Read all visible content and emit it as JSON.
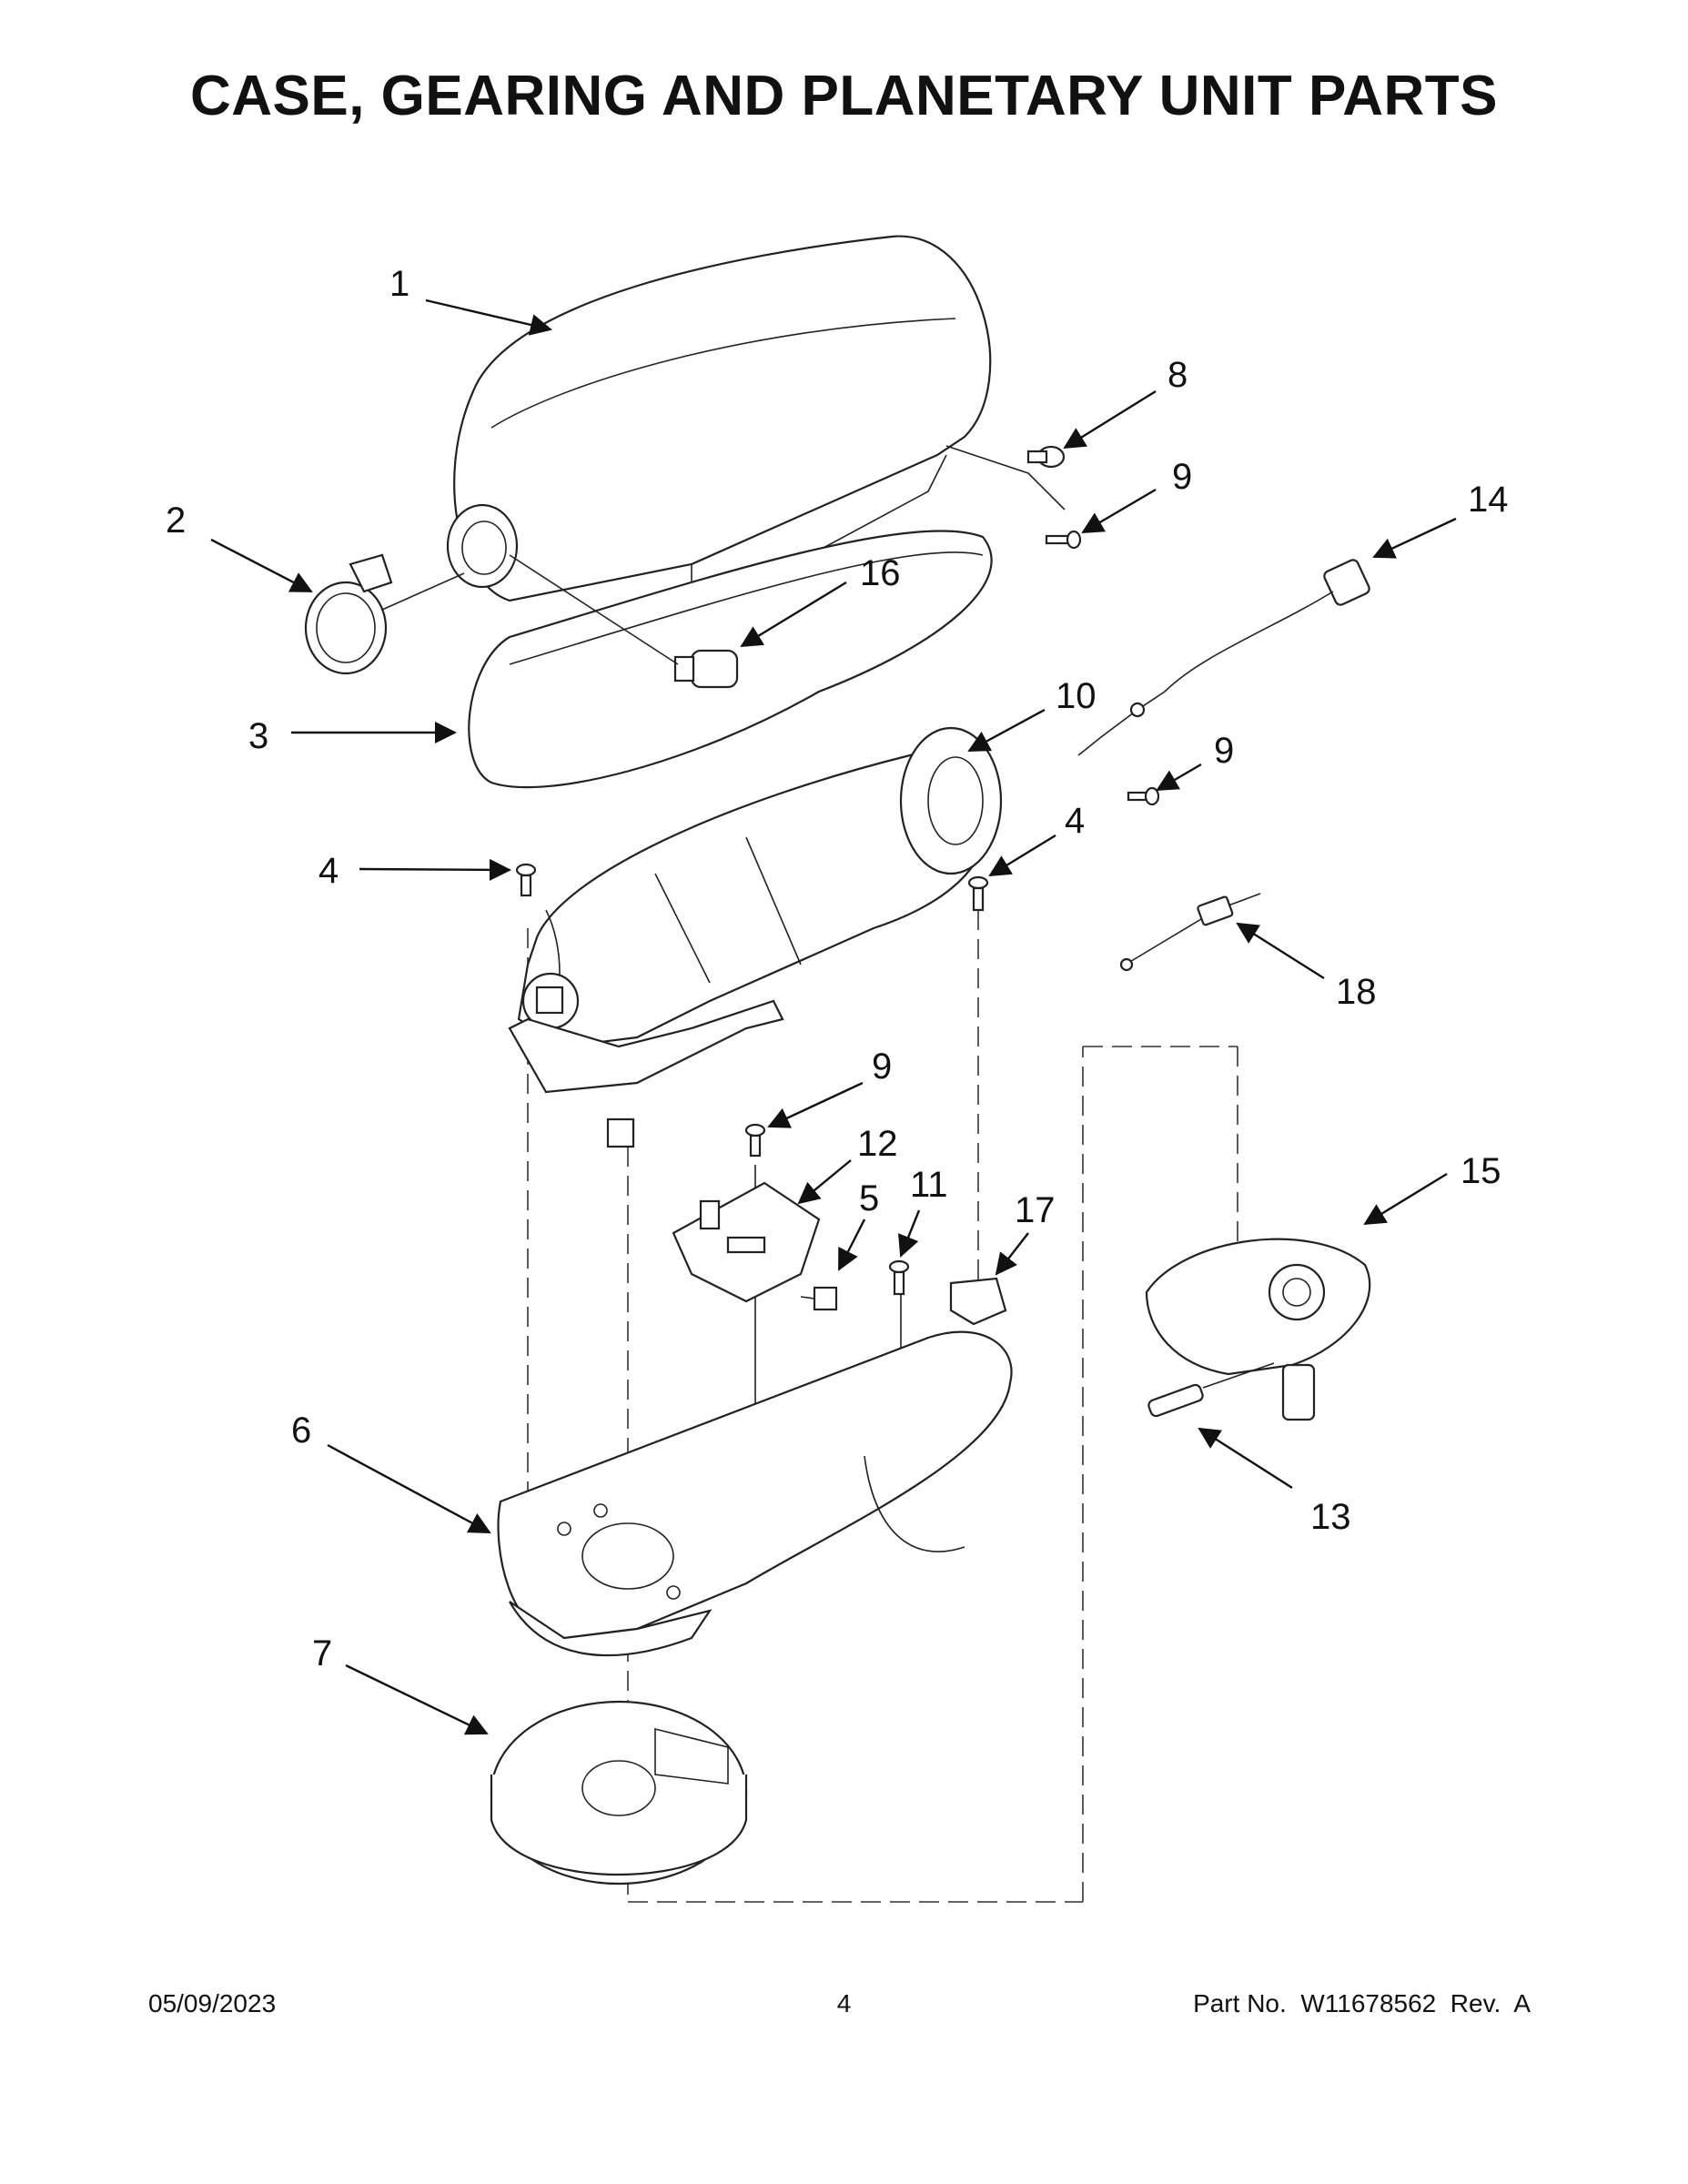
{
  "title": "CASE, GEARING AND PLANETARY UNIT PARTS",
  "callouts": {
    "c1": "1",
    "c2": "2",
    "c3": "3",
    "c4a": "4",
    "c4b": "4",
    "c5": "5",
    "c6": "6",
    "c7": "7",
    "c8": "8",
    "c9a": "9",
    "c9b": "9",
    "c9c": "9",
    "c10": "10",
    "c11": "11",
    "c12": "12",
    "c13": "13",
    "c14": "14",
    "c15": "15",
    "c16": "16",
    "c17": "17",
    "c18": "18"
  },
  "footer": {
    "date": "05/09/2023",
    "page": "4",
    "part_number": "Part No.  W11678562  Rev.  A"
  }
}
